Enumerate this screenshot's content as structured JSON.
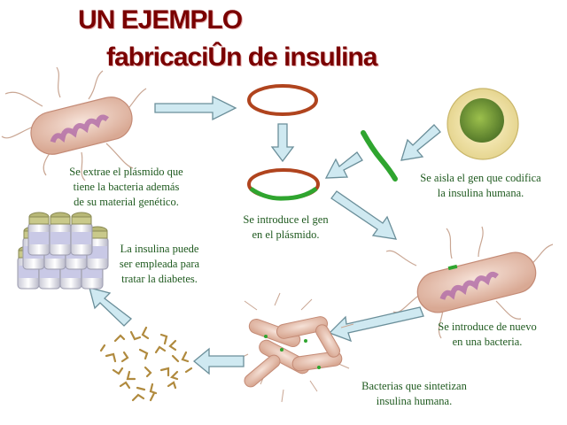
{
  "title": {
    "line1": "UN EJEMPLO",
    "line2": "fabricaciÛn de insulina"
  },
  "captions": {
    "step1": "Se extrae el plásmido que\ntiene la bacteria además\nde su material genético.",
    "step2": "Se aisla el gen que codifica\nla insulina humana.",
    "step3": "Se introduce el gen\nen el plásmido.",
    "step4": "Se introduce de nuevo\nen una bacteria.",
    "step5": "Bacterias que sintetizan\ninsulina humana.",
    "step6": "La insulina puede\nser empleada para\ntratar la diabetes."
  },
  "colors": {
    "title": "#7a0000",
    "caption": "#1f5a1f",
    "arrow_fill": "#cfe9f1",
    "arrow_stroke": "#6b8f9a",
    "plasmid": "#b0441e",
    "gene": "#2fa52f",
    "bacterium": "#e8c6b5",
    "cell_nucleus": "#7ca23a"
  }
}
